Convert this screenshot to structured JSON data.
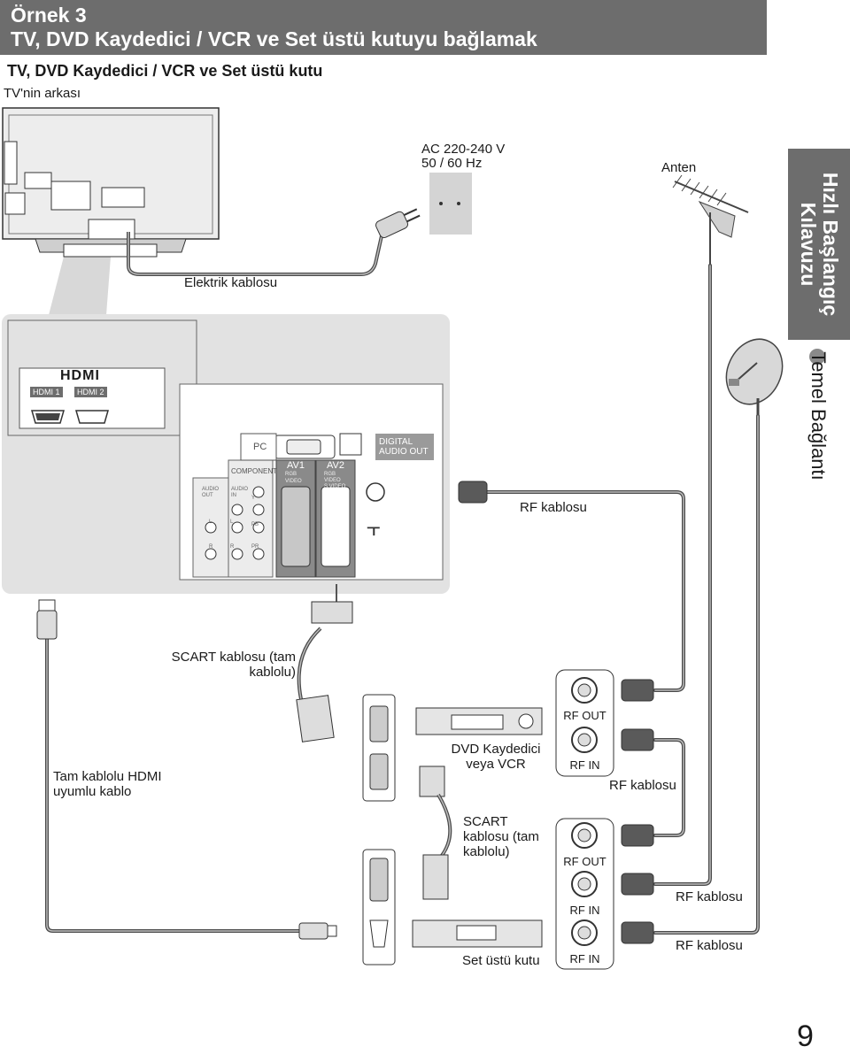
{
  "header": {
    "line1": "Örnek 3",
    "line2": "TV, DVD Kaydedici / VCR ve Set üstü kutuyu bağlamak"
  },
  "subtitle": "TV, DVD Kaydedici / VCR ve Set üstü kutu",
  "tv_back_label": "TV'nin arkası",
  "side_tab": {
    "line1": "Hızlı Başlangıç",
    "line2": "Kılavuzu",
    "sub": "Temel Bağlantı"
  },
  "labels": {
    "power_spec_1": "AC 220-240 V",
    "power_spec_2": "50 / 60 Hz",
    "antenna": "Anten",
    "power_cable": "Elektrik kablosu",
    "rf_cable_1": "RF kablosu",
    "scart_cable_1_a": "SCART kablosu (tam",
    "scart_cable_1_b": "kablolu)",
    "hdmi_cable_a": "Tam kablolu HDMI",
    "hdmi_cable_b": "uyumlu kablo",
    "dvd_a": "DVD Kaydedici",
    "dvd_b": "veya VCR",
    "rf_cable_2": "RF kablosu",
    "scart_cable_2_a": "SCART",
    "scart_cable_2_b": "kablosu (tam",
    "scart_cable_2_c": "kablolu)",
    "rf_cable_3": "RF kablosu",
    "rf_cable_4": "RF kablosu",
    "set_top_box": "Set üstü kutu",
    "rf_out_1": "RF OUT",
    "rf_in_1": "RF IN",
    "rf_out_2": "RF OUT",
    "rf_in_2": "RF IN",
    "rf_in_3": "RF IN"
  },
  "panel": {
    "hdmi_logo": "HDMI",
    "hdmi1": "HDMI 1",
    "hdmi2": "HDMI 2",
    "pc": "PC",
    "digital_audio": "DIGITAL",
    "digital_audio_2": "AUDIO OUT",
    "component": "COMPONENT",
    "av1": "AV1",
    "av2": "AV2",
    "audio_out_1": "AUDIO",
    "audio_out_2": "OUT",
    "audio_in_1": "AUDIO",
    "audio_in_2": "IN",
    "rgb": "RGB",
    "video": "VIDEO",
    "s_video": "S VIDEO",
    "y": "Y",
    "pb": "PB",
    "pr": "PR",
    "l": "L",
    "r": "R"
  },
  "page_number": "9",
  "colors": {
    "header_bg": "#6d6d6d",
    "panel_bg": "#e2e2e2",
    "cable": "#5a5a5a"
  }
}
